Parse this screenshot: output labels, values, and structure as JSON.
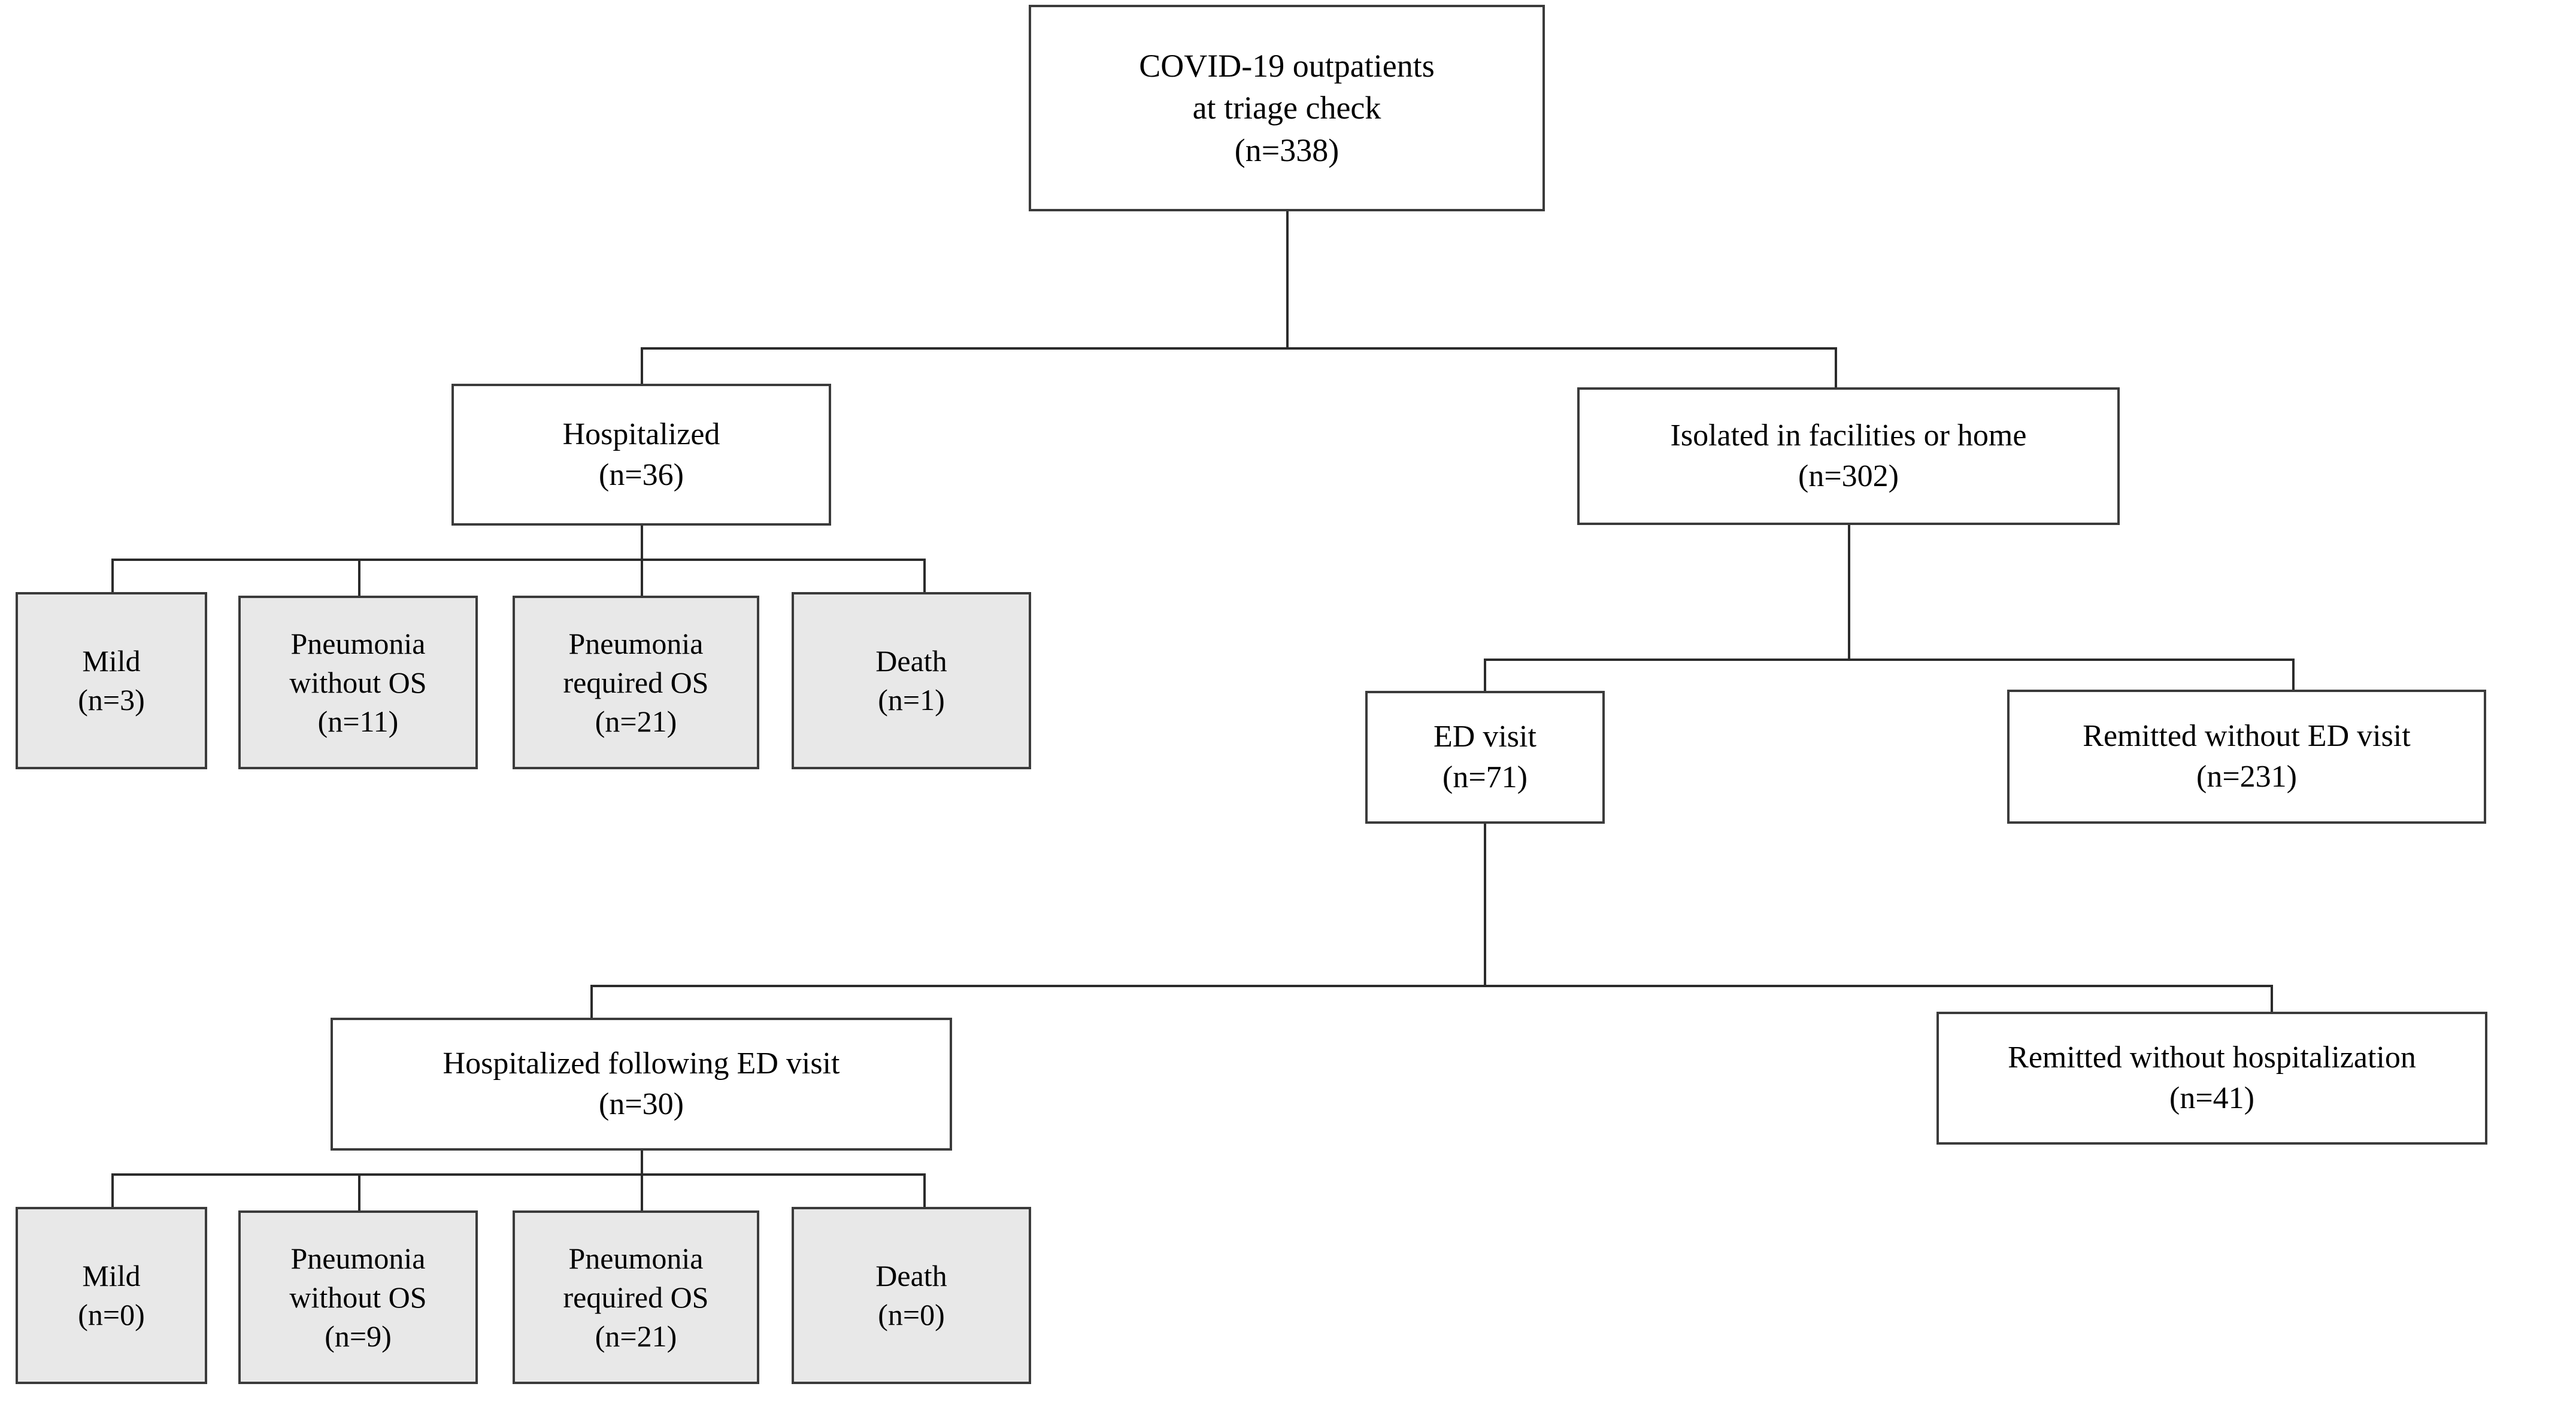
{
  "diagram": {
    "title": "COVID-19 outpatient triage flow diagram",
    "type": "flowchart",
    "colors": {
      "box_border": "#3b3b3b",
      "box_fill_white": "#ffffff",
      "box_fill_shaded": "#e8e8e8",
      "connector": "#2b2b2b",
      "text": "#000000",
      "background": "#ffffff"
    },
    "nodes": {
      "root": {
        "line1": "COVID-19 outpatients",
        "line2": "at triage check",
        "line3": "(n=338)",
        "count": 338,
        "shaded": false
      },
      "hospitalized": {
        "line1": "Hospitalized",
        "line2": "(n=36)",
        "count": 36,
        "shaded": false
      },
      "isolated": {
        "line1": "Isolated in facilities or home",
        "line2": "(n=302)",
        "count": 302,
        "shaded": false
      },
      "hosp_mild": {
        "line1": "Mild",
        "line2": "(n=3)",
        "count": 3,
        "shaded": true
      },
      "hosp_pneu_without_os": {
        "line1": "Pneumonia",
        "line2": "without OS",
        "line3": "(n=11)",
        "count": 11,
        "shaded": true
      },
      "hosp_pneu_required_os": {
        "line1": "Pneumonia",
        "line2": "required OS",
        "line3": "(n=21)",
        "count": 21,
        "shaded": true
      },
      "hosp_death": {
        "line1": "Death",
        "line2": "(n=1)",
        "count": 1,
        "shaded": true
      },
      "ed_visit": {
        "line1": "ED visit",
        "line2": "(n=71)",
        "count": 71,
        "shaded": false
      },
      "remitted_without_ed": {
        "line1": "Remitted without ED visit",
        "line2": "(n=231)",
        "count": 231,
        "shaded": false
      },
      "hosp_following_ed": {
        "line1": "Hospitalized following ED visit",
        "line2": "(n=30)",
        "count": 30,
        "shaded": false
      },
      "remitted_without_hosp": {
        "line1": "Remitted without hospitalization",
        "line2": "(n=41)",
        "count": 41,
        "shaded": false
      },
      "ed_mild": {
        "line1": "Mild",
        "line2": "(n=0)",
        "count": 0,
        "shaded": true
      },
      "ed_pneu_without_os": {
        "line1": "Pneumonia",
        "line2": "without OS",
        "line3": "(n=9)",
        "count": 9,
        "shaded": true
      },
      "ed_pneu_required_os": {
        "line1": "Pneumonia",
        "line2": "required OS",
        "line3": "(n=21)",
        "count": 21,
        "shaded": true
      },
      "ed_death": {
        "line1": "Death",
        "line2": "(n=0)",
        "count": 0,
        "shaded": true
      }
    },
    "edges": [
      {
        "from": "root",
        "to": "hospitalized"
      },
      {
        "from": "root",
        "to": "isolated"
      },
      {
        "from": "hospitalized",
        "to": "hosp_mild"
      },
      {
        "from": "hospitalized",
        "to": "hosp_pneu_without_os"
      },
      {
        "from": "hospitalized",
        "to": "hosp_pneu_required_os"
      },
      {
        "from": "hospitalized",
        "to": "hosp_death"
      },
      {
        "from": "isolated",
        "to": "ed_visit"
      },
      {
        "from": "isolated",
        "to": "remitted_without_ed"
      },
      {
        "from": "ed_visit",
        "to": "hosp_following_ed"
      },
      {
        "from": "ed_visit",
        "to": "remitted_without_hosp"
      },
      {
        "from": "hosp_following_ed",
        "to": "ed_mild"
      },
      {
        "from": "hosp_following_ed",
        "to": "ed_pneu_without_os"
      },
      {
        "from": "hosp_following_ed",
        "to": "ed_pneu_required_os"
      },
      {
        "from": "hosp_following_ed",
        "to": "ed_death"
      }
    ]
  }
}
